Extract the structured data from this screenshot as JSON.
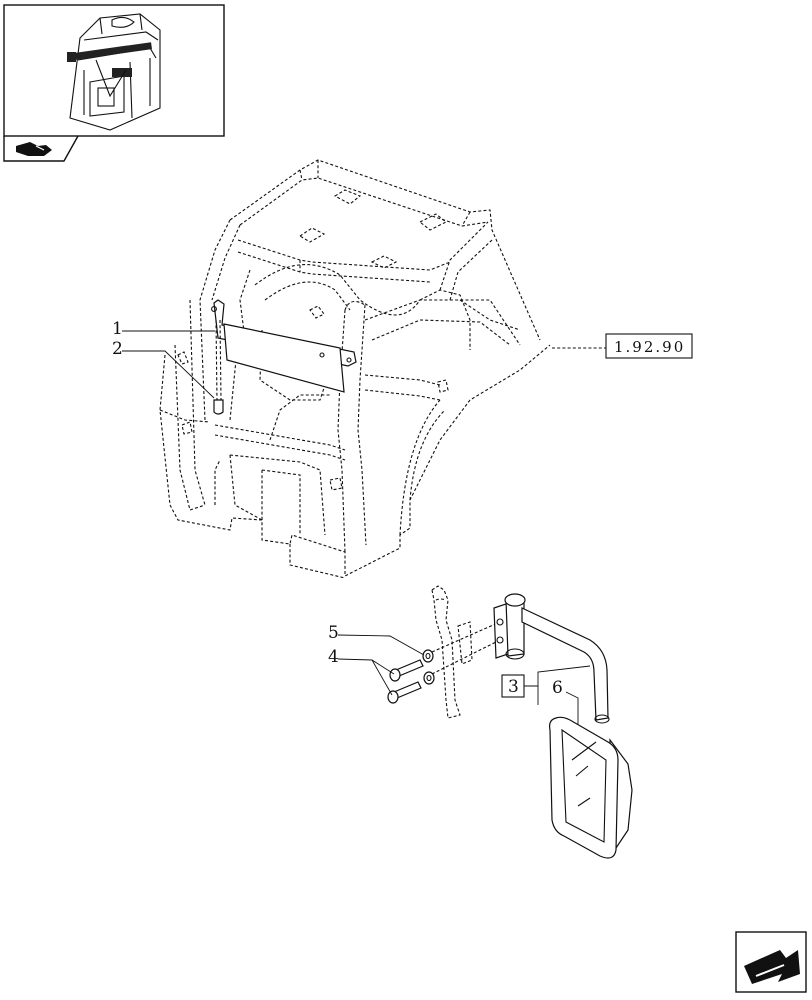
{
  "callouts": {
    "c1": "1",
    "c2": "2",
    "c3": "3",
    "c4": "4",
    "c5": "5",
    "c6": "6"
  },
  "reference": {
    "label": "1.92.90"
  },
  "icons": {
    "thumbnail": "cab-overview-thumbnail",
    "section_tag": "tractor-section-icon",
    "next_page": "next-page-arrow-icon"
  },
  "colors": {
    "line": "#111111",
    "background": "#ffffff",
    "highlight": "#222222"
  }
}
